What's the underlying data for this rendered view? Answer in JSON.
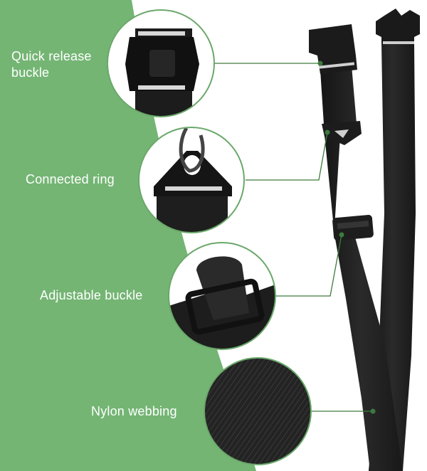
{
  "colors": {
    "green_background": "#74b574",
    "strap_black": "#1f1f1f",
    "callout_line": "#3d7a3d",
    "circle_border": "#6aa86a",
    "label_text": "#ffffff"
  },
  "features": [
    {
      "id": "quick-release-buckle",
      "label": "Quick release buckle",
      "icon": "quick-release-buckle-icon"
    },
    {
      "id": "connected-ring",
      "label": "Connected ring",
      "icon": "connected-ring-icon"
    },
    {
      "id": "adjustable-buckle",
      "label": "Adjustable buckle",
      "icon": "adjustable-buckle-icon"
    },
    {
      "id": "nylon-webbing",
      "label": "Nylon webbing",
      "icon": "nylon-webbing-icon"
    }
  ]
}
